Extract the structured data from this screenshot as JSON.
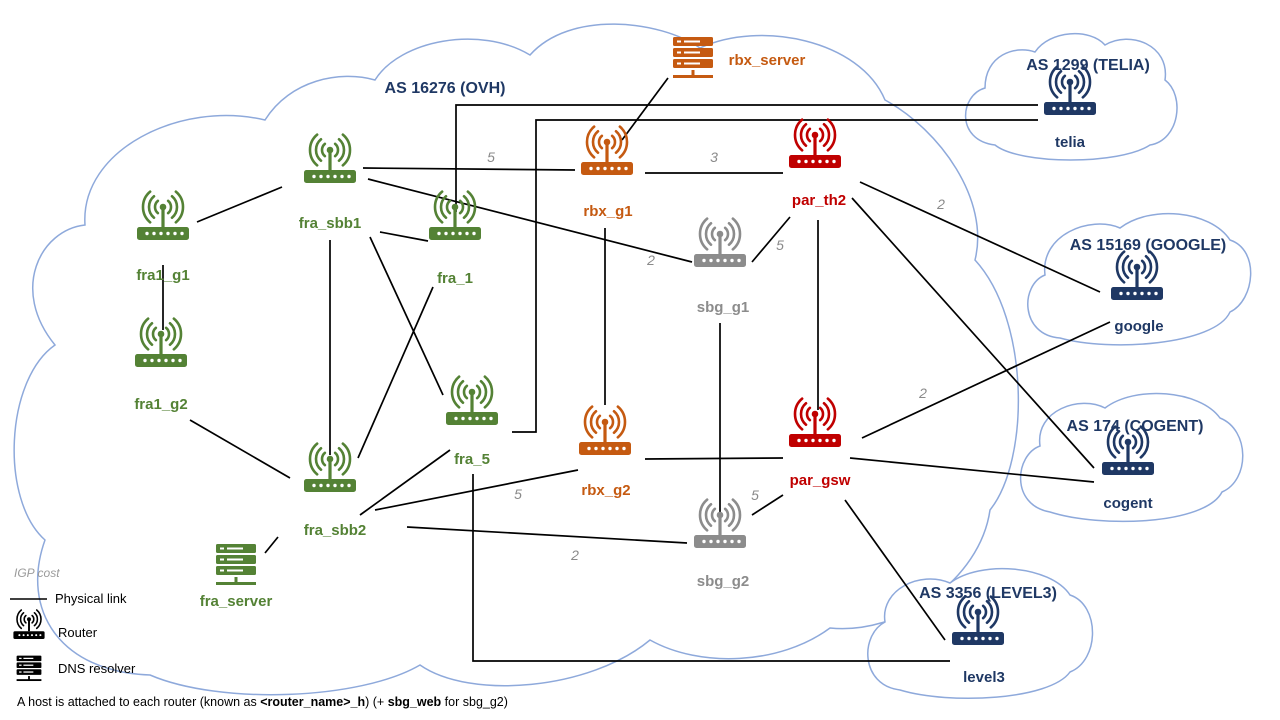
{
  "colors": {
    "green": "#548235",
    "orange": "#c55a11",
    "red": "#c00000",
    "gray": "#8c8c8c",
    "navy": "#1f3864",
    "cloud_stroke": "#8ea9db"
  },
  "as_labels": {
    "ovh": "AS 16276 (OVH)",
    "telia": "AS 1299 (TELIA)",
    "google": "AS 15169 (GOOGLE)",
    "cogent": "AS 174 (COGENT)",
    "level3": "AS 3356 (LEVEL3)"
  },
  "nodes": {
    "fra1_g1": {
      "label": "fra1_g1",
      "kind": "router",
      "color": "green"
    },
    "fra1_g2": {
      "label": "fra1_g2",
      "kind": "router",
      "color": "green"
    },
    "fra_sbb1": {
      "label": "fra_sbb1",
      "kind": "router",
      "color": "green"
    },
    "fra_1": {
      "label": "fra_1",
      "kind": "router",
      "color": "green"
    },
    "fra_5": {
      "label": "fra_5",
      "kind": "router",
      "color": "green"
    },
    "fra_sbb2": {
      "label": "fra_sbb2",
      "kind": "router",
      "color": "green"
    },
    "fra_server": {
      "label": "fra_server",
      "kind": "server",
      "color": "green"
    },
    "rbx_g1": {
      "label": "rbx_g1",
      "kind": "router",
      "color": "orange"
    },
    "rbx_g2": {
      "label": "rbx_g2",
      "kind": "router",
      "color": "orange"
    },
    "rbx_server": {
      "label": "rbx_server",
      "kind": "server",
      "color": "orange"
    },
    "par_th2": {
      "label": "par_th2",
      "kind": "router",
      "color": "red"
    },
    "par_gsw": {
      "label": "par_gsw",
      "kind": "router",
      "color": "red"
    },
    "sbg_g1": {
      "label": "sbg_g1",
      "kind": "router",
      "color": "gray"
    },
    "sbg_g2": {
      "label": "sbg_g2",
      "kind": "router",
      "color": "gray"
    },
    "telia": {
      "label": "telia",
      "kind": "router",
      "color": "navy"
    },
    "google": {
      "label": "google",
      "kind": "router",
      "color": "navy"
    },
    "cogent": {
      "label": "cogent",
      "kind": "router",
      "color": "navy"
    },
    "level3": {
      "label": "level3",
      "kind": "router",
      "color": "navy"
    }
  },
  "links": [
    {
      "from": "fra1_g1",
      "to": "fra_sbb1"
    },
    {
      "from": "fra1_g1",
      "to": "fra1_g2"
    },
    {
      "from": "fra1_g2",
      "to": "fra_sbb2"
    },
    {
      "from": "fra_sbb1",
      "to": "fra_1"
    },
    {
      "from": "fra_sbb1",
      "to": "fra_sbb2"
    },
    {
      "from": "fra_sbb1",
      "to": "fra_5"
    },
    {
      "from": "fra_sbb1",
      "to": "rbx_g1",
      "cost": "5"
    },
    {
      "from": "fra_sbb1",
      "to": "sbg_g1",
      "cost": "2"
    },
    {
      "from": "fra_1",
      "to": "fra_sbb2"
    },
    {
      "from": "fra_1",
      "to": "telia"
    },
    {
      "from": "fra_5",
      "to": "fra_sbb2"
    },
    {
      "from": "fra_5",
      "to": "telia"
    },
    {
      "from": "fra_5",
      "to": "level3"
    },
    {
      "from": "fra_sbb2",
      "to": "rbx_g2",
      "cost": "5"
    },
    {
      "from": "fra_sbb2",
      "to": "sbg_g2",
      "cost": "2"
    },
    {
      "from": "fra_sbb2",
      "to": "fra_server"
    },
    {
      "from": "rbx_g1",
      "to": "rbx_server"
    },
    {
      "from": "rbx_g1",
      "to": "par_th2",
      "cost": "3"
    },
    {
      "from": "rbx_g1",
      "to": "rbx_g2"
    },
    {
      "from": "rbx_g2",
      "to": "par_gsw"
    },
    {
      "from": "sbg_g1",
      "to": "par_th2",
      "cost": "5"
    },
    {
      "from": "sbg_g1",
      "to": "sbg_g2"
    },
    {
      "from": "sbg_g2",
      "to": "par_gsw",
      "cost": "5"
    },
    {
      "from": "par_th2",
      "to": "par_gsw"
    },
    {
      "from": "par_th2",
      "to": "google",
      "cost": "2"
    },
    {
      "from": "par_th2",
      "to": "cogent"
    },
    {
      "from": "par_gsw",
      "to": "google",
      "cost": "2"
    },
    {
      "from": "par_gsw",
      "to": "cogent"
    },
    {
      "from": "par_gsw",
      "to": "level3"
    }
  ],
  "legend": {
    "title": "IGP cost",
    "physical_link": "Physical link",
    "router": "Router",
    "dns_resolver": "DNS resolver"
  },
  "footnote": {
    "prefix": "A host is attached to each router (known  as ",
    "router_host": "<router_name>_h",
    "middle": ") (+ ",
    "web": "sbg_web",
    "suffix": " for sbg_g2)"
  }
}
